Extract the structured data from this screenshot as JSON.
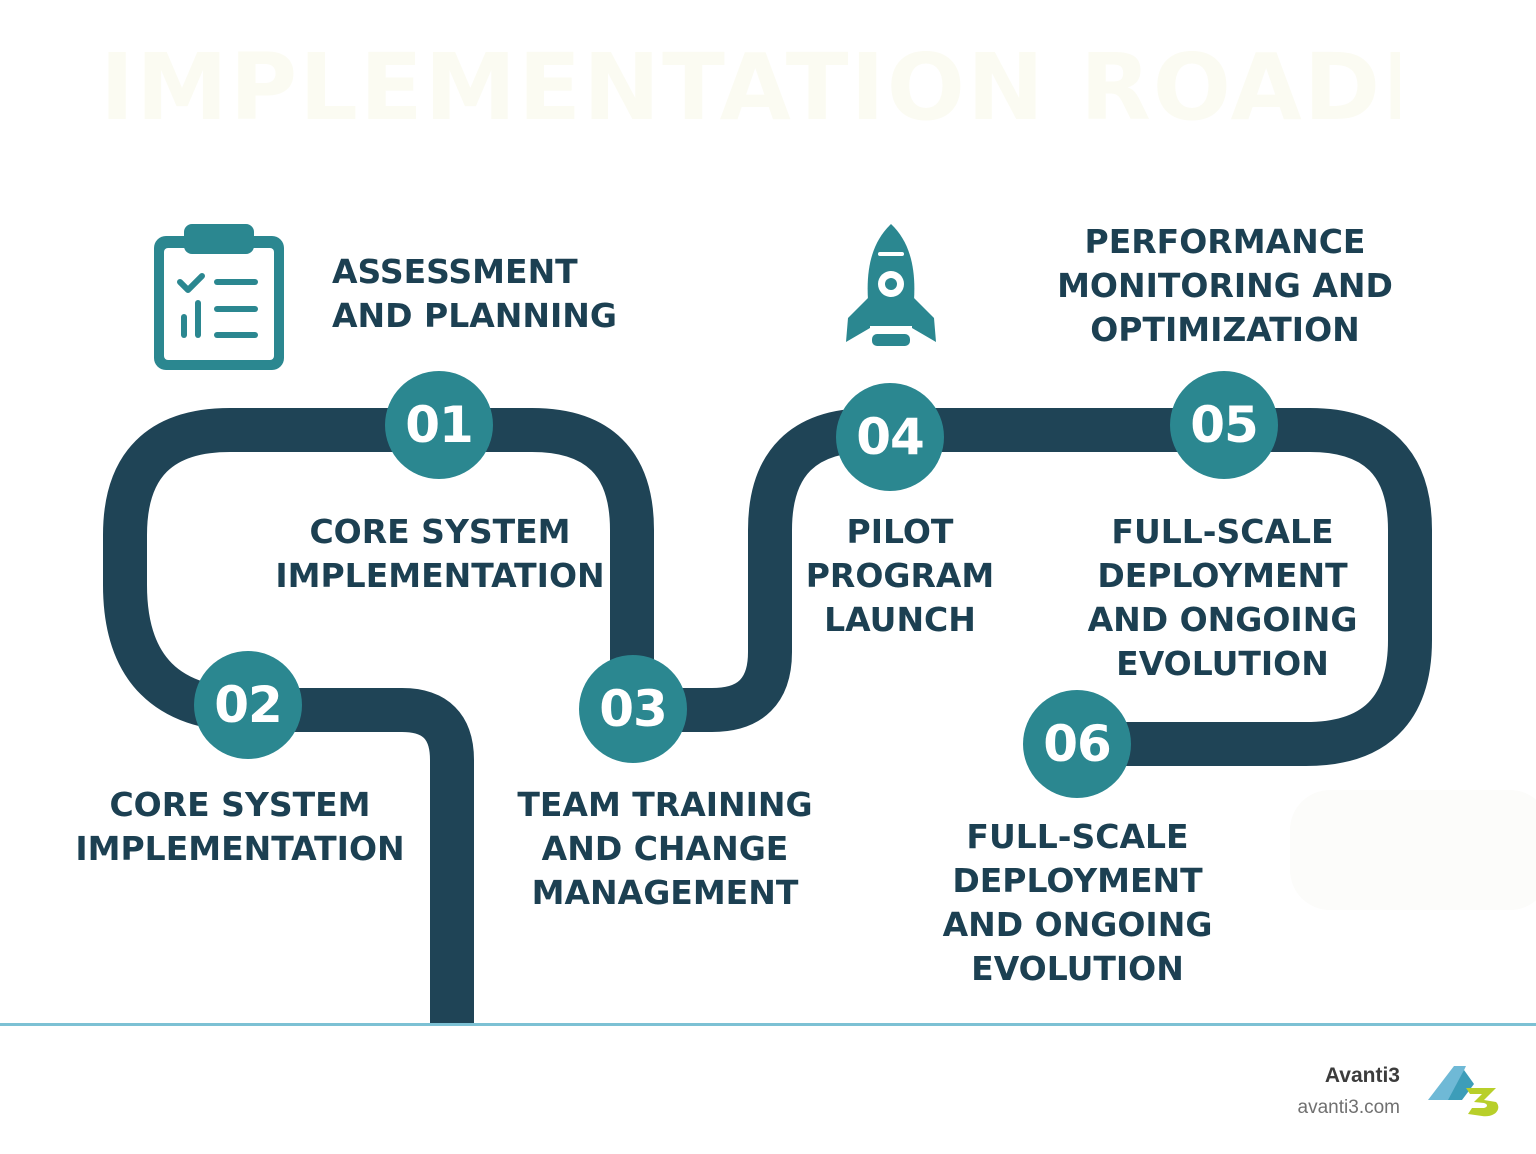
{
  "title": "IMPLEMENTATION ROADMAP",
  "steps": [
    {
      "number": "01",
      "label": "ASSESSMENT\nAND PLANNING",
      "icon": "clipboard-checklist-icon"
    },
    {
      "number": "02",
      "label": "CORE SYSTEM\nIMPLEMENTATION"
    },
    {
      "number": "03",
      "label": "TEAM TRAINING\nAND CHANGE\nMANAGEMENT"
    },
    {
      "number": "04",
      "label": "PILOT\nPROGRAM\nLAUNCH",
      "icon": "rocket-icon"
    },
    {
      "number": "05",
      "label": "PERFORMANCE\nMONITORING AND\nOPTIMIZATION"
    },
    {
      "number": "06",
      "label": "FULL-SCALE\nDEPLOYMENT\nAND ONGOING\nEVOLUTION"
    }
  ],
  "extra_labels": [
    {
      "label": "CORE SYSTEM\nIMPLEMENTATION"
    },
    {
      "label": "FULL-SCALE\nDEPLOYMENT\nAND ONGOING\nEVOLUTION"
    }
  ],
  "footer": {
    "brand": "Avanti3",
    "url": "avanti3.com",
    "logo_icon": "avanti3-logo-icon"
  },
  "colors": {
    "road": "#1f4456",
    "circle": "#2b8790",
    "text": "#1c4052",
    "icon": "#2b8790",
    "footer_line": "#7cc1d4"
  }
}
